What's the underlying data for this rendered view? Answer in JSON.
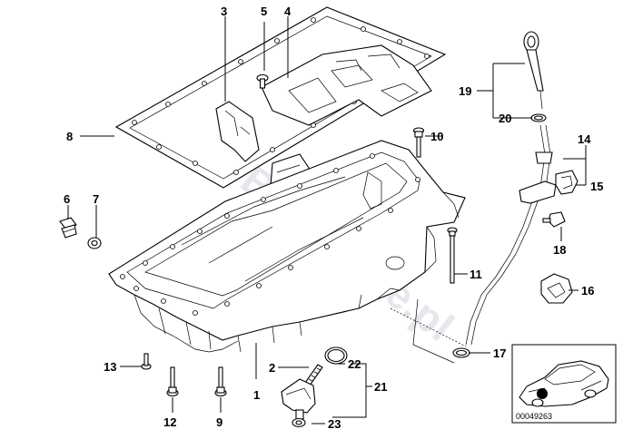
{
  "diagram": {
    "watermark": "BMWstore.pl",
    "catalog_number": "00049263",
    "callouts": [
      "1",
      "2",
      "3",
      "4",
      "5",
      "6",
      "7",
      "8",
      "9",
      "10",
      "11",
      "12",
      "13",
      "14",
      "15",
      "16",
      "17",
      "18",
      "19",
      "20",
      "21",
      "22",
      "23"
    ]
  }
}
